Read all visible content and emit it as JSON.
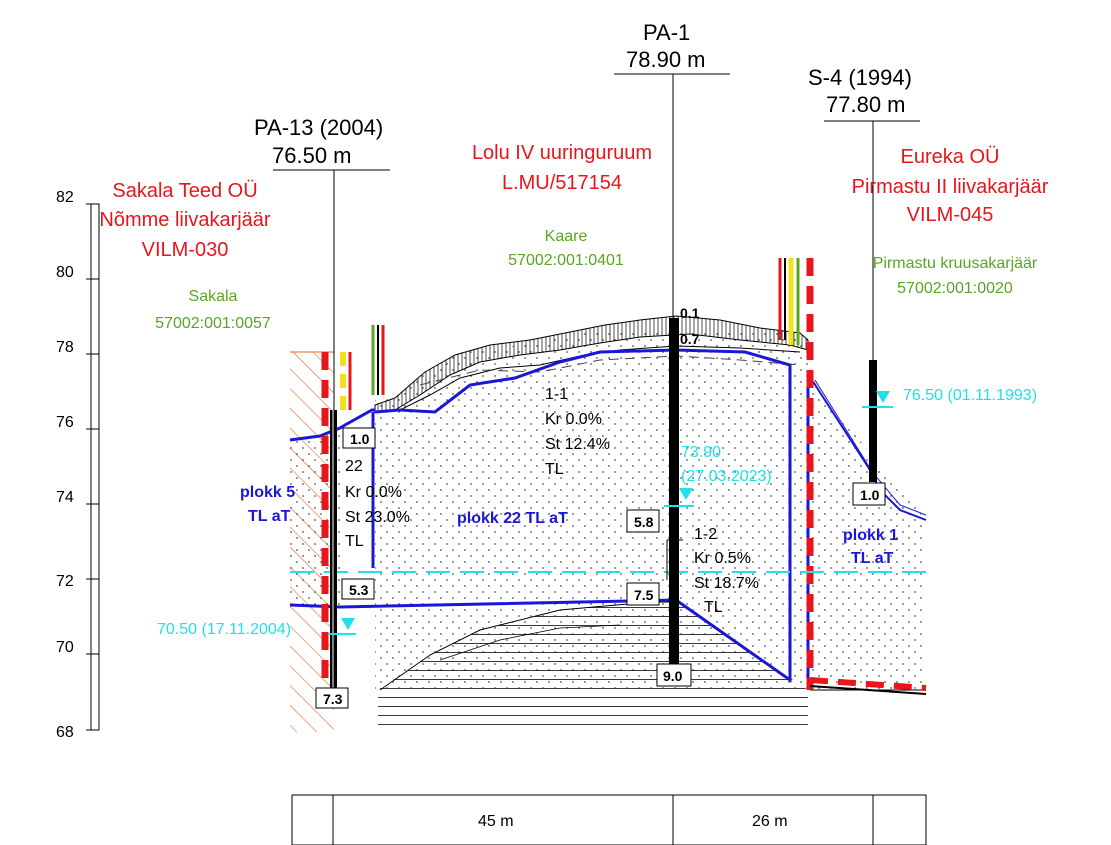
{
  "boreholes": {
    "pa13": {
      "name": "PA-13 (2004)",
      "elev": "76.50 m"
    },
    "pa1": {
      "name": "PA-1",
      "elev": "78.90 m"
    },
    "s4": {
      "name": "S-4 (1994)",
      "elev": "77.80 m"
    }
  },
  "companies": {
    "sakala": [
      "Sakala Teed OÜ",
      "Nõmme liivakarjäär",
      "VILM-030"
    ],
    "lolu": [
      "Lolu IV uuringuruum",
      "L.MU/517154"
    ],
    "eureka": [
      "Eureka OÜ",
      "Pirmastu II liivakarjäär",
      "VILM-045"
    ]
  },
  "parcels": {
    "sakala": [
      "Sakala",
      "57002:001:0057"
    ],
    "kaare": [
      "Kaare",
      "57002:001:0401"
    ],
    "pirmastu": [
      "Pirmastu kruusakarjäär",
      "57002:001:0020"
    ]
  },
  "axis": {
    "ticks": [
      "82",
      "80",
      "78",
      "76",
      "74",
      "72",
      "70",
      "68"
    ]
  },
  "blocks": {
    "b5": [
      "plokk 5",
      "TL aT"
    ],
    "b22": "plokk 22 TL aT",
    "b1": [
      "plokk 1",
      "TL aT"
    ]
  },
  "samples": {
    "s22": [
      "22",
      "Kr 0.0%",
      "St 23.0%",
      "TL"
    ],
    "s11": [
      "1-1",
      "Kr 0.0%",
      "St 12.4%",
      "TL"
    ],
    "s12": [
      "1-2",
      "Kr 0.5%",
      "St 18.7%",
      "TL"
    ]
  },
  "depths": {
    "pa13": [
      "1.0",
      "5.3",
      "7.3"
    ],
    "pa1": [
      "0.1",
      "0.7",
      "5.8",
      "7.5",
      "9.0"
    ],
    "s4": [
      "1.0"
    ]
  },
  "water": {
    "pa13": "70.50 (17.11.2004)",
    "pa1": [
      "73.90",
      "(27.03.2023)"
    ],
    "s4": "76.50 (01.11.1993)"
  },
  "distances": [
    "45 m",
    "26 m"
  ],
  "colors": {
    "red": "#e8151b",
    "green": "#5aa522",
    "blue": "#1a17d8",
    "cyan": "#20e0ea",
    "yellow": "#f0e020"
  }
}
